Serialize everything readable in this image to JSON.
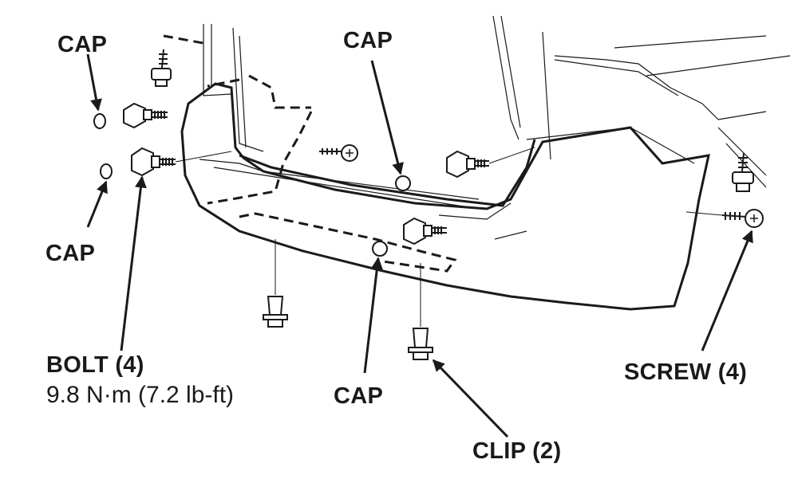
{
  "labels": {
    "cap_top_left": "CAP",
    "cap_top_center": "CAP",
    "cap_mid_left": "CAP",
    "cap_bottom": "CAP",
    "bolt": "BOLT (4)",
    "bolt_torque": "9.8 N·m (7.2 lb-ft)",
    "screw": "SCREW (4)",
    "clip": "CLIP (2)"
  },
  "colors": {
    "line": "#1a1a1a",
    "background": "#ffffff"
  }
}
